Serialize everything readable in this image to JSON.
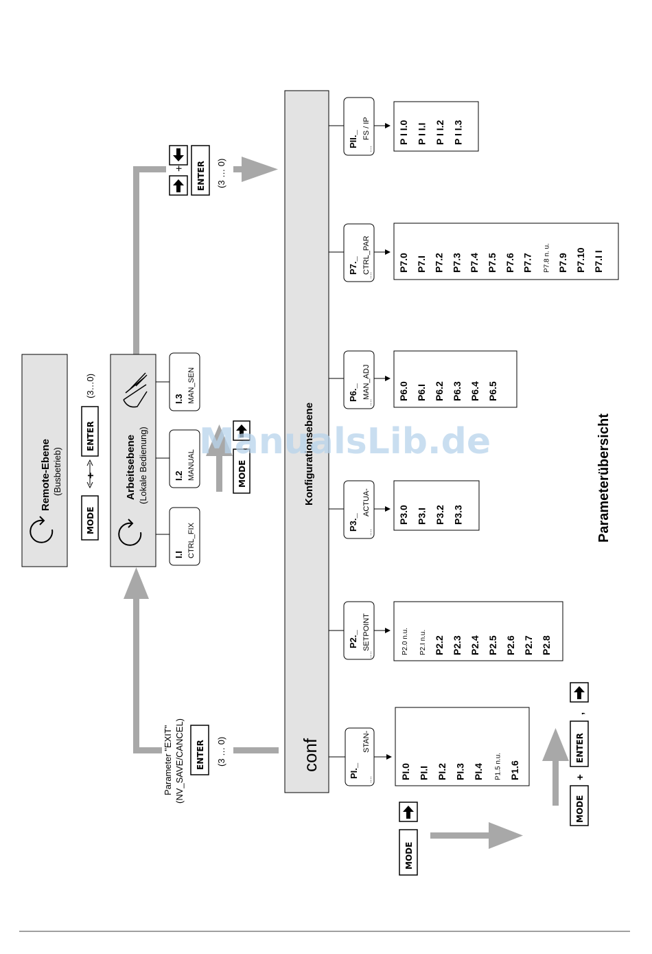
{
  "title": "Parameterübersicht",
  "watermark": "ManualsLib.de",
  "keys": {
    "mode": "MODE",
    "enter": "ENTER",
    "plus": "+",
    "comma": ","
  },
  "remote": {
    "title": "Remote-Ebene",
    "subtitle": "(Busbetrieb)",
    "range": "(3…0)"
  },
  "work": {
    "title": "Arbeitsebene",
    "subtitle": "(Lokale Bedienung)",
    "modes": [
      {
        "code": "I.I",
        "name": "CTRL_FIX"
      },
      {
        "code": "I.2",
        "name": "MANUAL"
      },
      {
        "code": "I.3",
        "name": "MAN_SEN"
      }
    ]
  },
  "config": {
    "title": "Konfigurationsebene",
    "display": "conf",
    "range": "(3 … 0)"
  },
  "exit": {
    "line1": "Parameter \"EXIT\"",
    "line2": "(NV_SAVE/CANCEL)",
    "range": "(3 … 0)"
  },
  "groups": [
    {
      "code": "PI._",
      "name": "STAN-",
      "dots": "....",
      "params": [
        "PI.0",
        "PI.I",
        "PI.2",
        "PI.3",
        "PI.4",
        "P1.5 n.u.",
        "P1.6"
      ],
      "small": [
        5
      ]
    },
    {
      "code": "P2._",
      "name": "SETPOINT",
      "dots": "....",
      "params": [
        "P2.0 n.u.",
        "P2.I n.u.",
        "P2.2",
        "P2.3",
        "P2.4",
        "P2.5",
        "P2.6",
        "P2.7",
        "P2.8"
      ],
      "small": [
        0,
        1
      ]
    },
    {
      "code": "P3._",
      "name": "ACTUA-",
      "dots": "....",
      "params": [
        "P3.0",
        "P3.I",
        "P3.2",
        "P3.3"
      ],
      "small": []
    },
    {
      "code": "P6._",
      "name": "MAN_ADJ",
      "dots": "....",
      "params": [
        "P6.0",
        "P6.I",
        "P6.2",
        "P6.3",
        "P6.4",
        "P6.5"
      ],
      "small": []
    },
    {
      "code": "P7._",
      "name": "CTRL_PAR",
      "dots": "....",
      "params": [
        "P7.0",
        "P7.I",
        "P7.2",
        "P7.3",
        "P7.4",
        "P7.5",
        "P7.6",
        "P7.7",
        "P7.8 n. u.",
        "P7.9",
        "P7.10",
        "P7.I I"
      ],
      "small": [
        8
      ]
    },
    {
      "code": "PII._",
      "name": "FS / IP",
      "dots": "....",
      "params": [
        "P I I.0",
        "P I I.I",
        "P I I.2",
        "P I I.3"
      ],
      "small": []
    }
  ],
  "colors": {
    "arrow": "#a8a8a8",
    "box": "#e3e3e3",
    "line": "#000000"
  }
}
